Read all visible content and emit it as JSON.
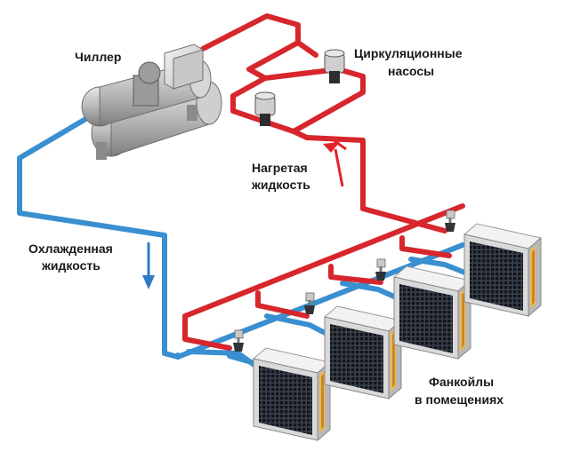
{
  "labels": {
    "chiller": "Чиллер",
    "pumps_line1": "Циркуляционные",
    "pumps_line2": "насосы",
    "hot_line1": "Нагретая",
    "hot_line2": "жидкость",
    "cold_line1": "Охлажденная",
    "cold_line2": "жидкость",
    "fancoils_line1": "Фанкойлы",
    "fancoils_line2": "в помещениях"
  },
  "colors": {
    "supply_pipe": "#d7262c",
    "return_pipe": "#3a8fd0",
    "hot_arrow": "#e2242a",
    "cold_arrow": "#2c7cc4",
    "fan_coil_body": "#d9d9d9",
    "fan_coil_grille": "#2f3540",
    "fan_coil_trim": "#f0b84a"
  },
  "icons": [
    "chiller-icon",
    "circulation-pump-icon",
    "valve-icon",
    "fan-coil-icon",
    "flow-arrow-icon"
  ]
}
